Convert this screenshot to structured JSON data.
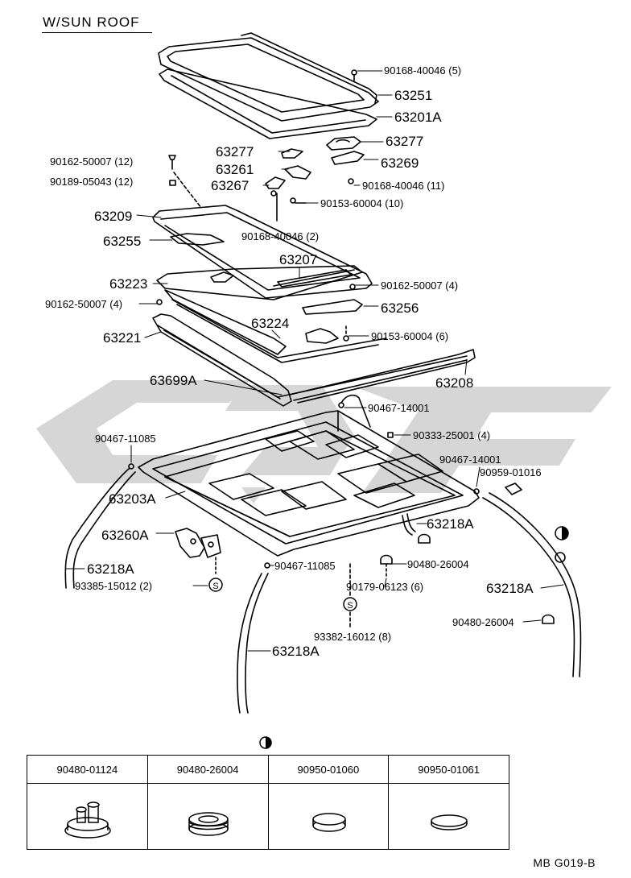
{
  "diagram": {
    "title": "W/SUN ROOF",
    "reference": "MB  G019-B",
    "callouts": [
      {
        "id": "c01",
        "text": "90168-40046 (5)"
      },
      {
        "id": "c02",
        "text": "63251"
      },
      {
        "id": "c03",
        "text": "63201A"
      },
      {
        "id": "c04",
        "text": "63277"
      },
      {
        "id": "c05",
        "text": "63277"
      },
      {
        "id": "c06",
        "text": "63269"
      },
      {
        "id": "c07",
        "text": "90162-50007 (12)"
      },
      {
        "id": "c08",
        "text": "63261"
      },
      {
        "id": "c09",
        "text": "90168-40046 (11)"
      },
      {
        "id": "c10",
        "text": "90189-05043 (12)"
      },
      {
        "id": "c11",
        "text": "63267"
      },
      {
        "id": "c12",
        "text": "90153-60004 (10)"
      },
      {
        "id": "c13",
        "text": "63209"
      },
      {
        "id": "c14",
        "text": "90168-40046 (2)"
      },
      {
        "id": "c15",
        "text": "63255"
      },
      {
        "id": "c16",
        "text": "63207"
      },
      {
        "id": "c17",
        "text": "63223"
      },
      {
        "id": "c18",
        "text": "90162-50007 (4)"
      },
      {
        "id": "c19",
        "text": "90162-50007 (4)"
      },
      {
        "id": "c20",
        "text": "63256"
      },
      {
        "id": "c21",
        "text": "63224"
      },
      {
        "id": "c22",
        "text": "63221"
      },
      {
        "id": "c23",
        "text": "90153-60004 (6)"
      },
      {
        "id": "c24",
        "text": "63699A"
      },
      {
        "id": "c25",
        "text": "63208"
      },
      {
        "id": "c26",
        "text": "90467-14001"
      },
      {
        "id": "c27",
        "text": "90467-11085"
      },
      {
        "id": "c28",
        "text": "90333-25001 (4)"
      },
      {
        "id": "c29",
        "text": "90467-14001"
      },
      {
        "id": "c30",
        "text": "90959-01016"
      },
      {
        "id": "c31",
        "text": "63203A"
      },
      {
        "id": "c32",
        "text": "63218A"
      },
      {
        "id": "c33",
        "text": "63260A"
      },
      {
        "id": "c34",
        "text": "63218A"
      },
      {
        "id": "c35",
        "text": "90467-11085"
      },
      {
        "id": "c36",
        "text": "90480-26004"
      },
      {
        "id": "c37",
        "text": "93385-15012 (2)"
      },
      {
        "id": "c38",
        "text": "90179-06123 (6)"
      },
      {
        "id": "c39",
        "text": "63218A"
      },
      {
        "id": "c40",
        "text": "90480-26004"
      },
      {
        "id": "c41",
        "text": "93382-16012 (8)"
      },
      {
        "id": "c42",
        "text": "63218A"
      }
    ],
    "s_marks": [
      "S",
      "S"
    ],
    "legend_table": [
      {
        "part": "90480-01124",
        "icon": "grommet-stepped-icon"
      },
      {
        "part": "90480-26004",
        "icon": "grommet-ribbed-icon"
      },
      {
        "part": "90950-01060",
        "icon": "plug-cap-icon"
      },
      {
        "part": "90950-01061",
        "icon": "plug-cap-flat-icon"
      }
    ]
  }
}
